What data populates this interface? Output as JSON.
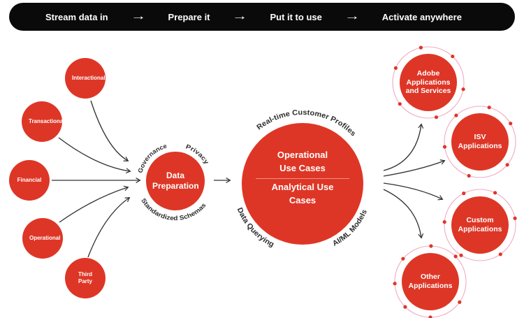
{
  "top_bar": {
    "steps": [
      "Stream data in",
      "Prepare it",
      "Put it to use",
      "Activate anywhere"
    ],
    "separator": "→"
  },
  "sources": [
    {
      "label": "Interactional"
    },
    {
      "label": "Transactional"
    },
    {
      "label": "Financial"
    },
    {
      "label": "Operational"
    },
    {
      "label": "Third Party"
    }
  ],
  "hub": {
    "label": "Data Preparation",
    "curved_labels": {
      "top_left": "Governance",
      "top_right": "Privacy",
      "bottom": "Standardized Schemas"
    }
  },
  "core": {
    "top_label": "Operational Use Cases",
    "bottom_label": "Analytical Use Cases",
    "curved_labels": {
      "top": "Real-time Customer Profiles",
      "bottom_left": "Data Querying",
      "bottom_right": "AI/ML Models"
    }
  },
  "destinations": [
    {
      "label": "Adobe Applications and Services"
    },
    {
      "label": "ISV Applications"
    },
    {
      "label": "Custom Applications"
    },
    {
      "label": "Other Applications"
    }
  ],
  "colors": {
    "red": "#de3626",
    "ring_pink": "#f2a9c5",
    "bar_black": "#0a0a0a",
    "arrow_dark": "#333333",
    "curved_text": "#2d2d2d"
  }
}
